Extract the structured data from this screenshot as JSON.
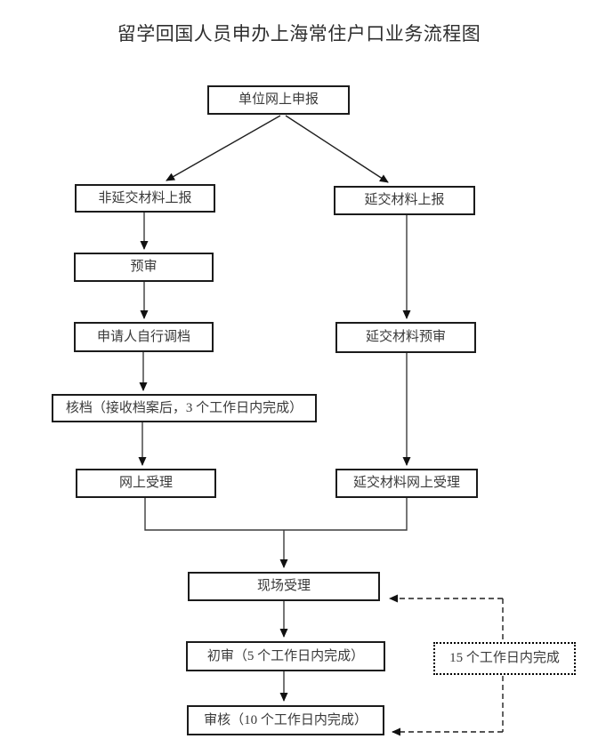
{
  "title": "留学回国人员申办上海常住户口业务流程图",
  "nodes": {
    "declare": "单位网上申报",
    "non_deferred": "非延交材料上报",
    "deferred": "延交材料上报",
    "pre_review": "预审",
    "self_transfer": "申请人自行调档",
    "deferred_pre_review": "延交材料预审",
    "file_check": "核档（接收档案后，3 个工作日内完成）",
    "online_accept": "网上受理",
    "deferred_online_accept": "延交材料网上受理",
    "onsite_accept": "现场受理",
    "initial_review": "初审（5 个工作日内完成）",
    "final_review": "审核（10 个工作日内完成）",
    "deadline_note": "15 个工作日内完成"
  },
  "edges": [
    {
      "from": "单位网上申报",
      "to": "非延交材料上报",
      "style": "solid"
    },
    {
      "from": "单位网上申报",
      "to": "延交材料上报",
      "style": "solid"
    },
    {
      "from": "非延交材料上报",
      "to": "预审",
      "style": "solid"
    },
    {
      "from": "预审",
      "to": "申请人自行调档",
      "style": "solid"
    },
    {
      "from": "申请人自行调档",
      "to": "核档（接收档案后，3 个工作日内完成）",
      "style": "solid"
    },
    {
      "from": "核档（接收档案后，3 个工作日内完成）",
      "to": "网上受理",
      "style": "solid"
    },
    {
      "from": "延交材料上报",
      "to": "延交材料预审",
      "style": "solid"
    },
    {
      "from": "延交材料预审",
      "to": "延交材料网上受理",
      "style": "solid"
    },
    {
      "from": "网上受理",
      "to": "现场受理",
      "style": "solid"
    },
    {
      "from": "延交材料网上受理",
      "to": "现场受理",
      "style": "solid"
    },
    {
      "from": "现场受理",
      "to": "初审（5 个工作日内完成）",
      "style": "solid"
    },
    {
      "from": "初审（5 个工作日内完成）",
      "to": "审核（10 个工作日内完成）",
      "style": "solid"
    },
    {
      "from": "15 个工作日内完成",
      "to": "现场受理",
      "style": "dashed"
    },
    {
      "from": "15 个工作日内完成",
      "to": "审核（10 个工作日内完成）",
      "style": "dashed"
    }
  ],
  "colors": {
    "box_border": "#1b1b1b",
    "line": "#3c3c3c",
    "text": "#3a3a3a",
    "background": "#ffffff"
  }
}
